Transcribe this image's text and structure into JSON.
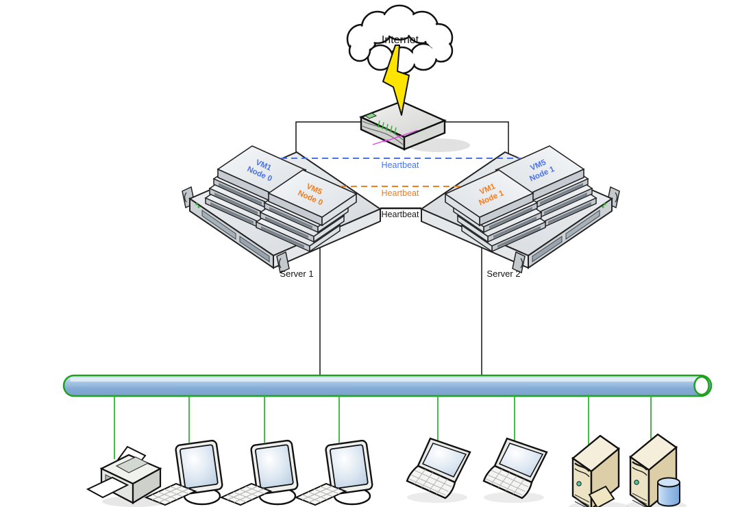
{
  "internet_label": "Internet",
  "heartbeat_links": {
    "top": {
      "label": "Heartbeat",
      "color": "#4a73e6",
      "style": "dashed"
    },
    "middle": {
      "label": "Heartbeat",
      "color": "#f07d20",
      "style": "dashed"
    },
    "bottom": {
      "label": "Heartbeat",
      "color": "#1a1a1a",
      "style": "solid"
    }
  },
  "servers": {
    "server1": {
      "label": "Server 1",
      "vm_left": {
        "name": "VM1",
        "node": "Node 0",
        "color": "#4a73e6"
      },
      "vm_right": {
        "name": "VM5",
        "node": "Node 0",
        "color": "#f07d20"
      }
    },
    "server2": {
      "label": "Server 2",
      "vm_left": {
        "name": "VM1",
        "node": "Node 1",
        "color": "#f07d20"
      },
      "vm_right": {
        "name": "VM5",
        "node": "Node 1",
        "color": "#4a73e6"
      }
    }
  },
  "clients": {
    "devices": [
      "printer",
      "desktop-pc",
      "desktop-pc",
      "desktop-pc",
      "laptop",
      "laptop",
      "file-server-tower",
      "database-server-tower"
    ]
  },
  "colors": {
    "backbone_fill": "#8fb2d8",
    "backbone_border": "#1ea21e",
    "client_line": "#2eb82e",
    "bolt": "#ffe400"
  }
}
